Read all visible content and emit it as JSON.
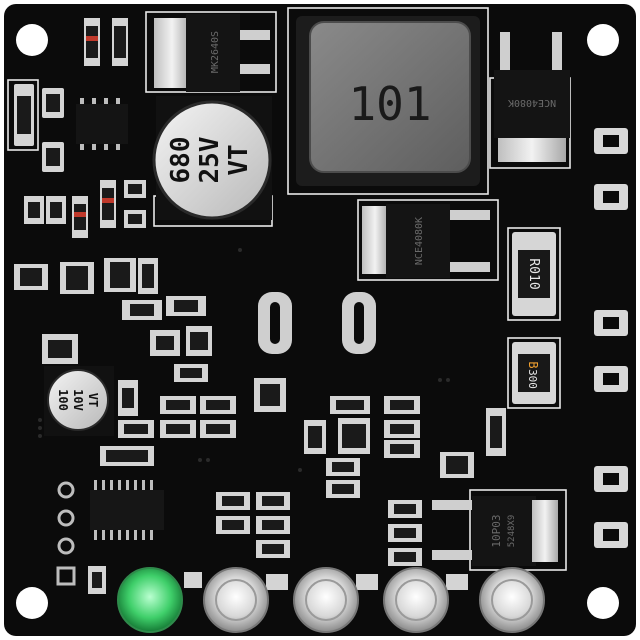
{
  "inductor": {
    "marking": "101"
  },
  "electrolytic_large": {
    "line1": "680",
    "line2": "25V",
    "line3": "VT"
  },
  "electrolytic_small": {
    "line1": "VT",
    "line2": "10V",
    "line3": "100"
  },
  "mosfet_top_left": {
    "marking": "MK2640S"
  },
  "mosfet_top_right": {
    "marking": "NCE4080K"
  },
  "mosfet_middle": {
    "marking": "NCE4080K"
  },
  "mosfet_bottom_right": {
    "marking": "10P03",
    "code": "5248X9"
  },
  "shunt_resistor_1": {
    "marking": "R010"
  },
  "shunt_resistor_2": {
    "marking": "300",
    "prefix": "B"
  },
  "leds": {
    "count": 5,
    "lit_index": 0,
    "lit_color": "#3fcf6a"
  },
  "colors": {
    "pcb": "#0b0b0b",
    "silk": "#e8e8e8",
    "pad": "#c9c9c9"
  }
}
